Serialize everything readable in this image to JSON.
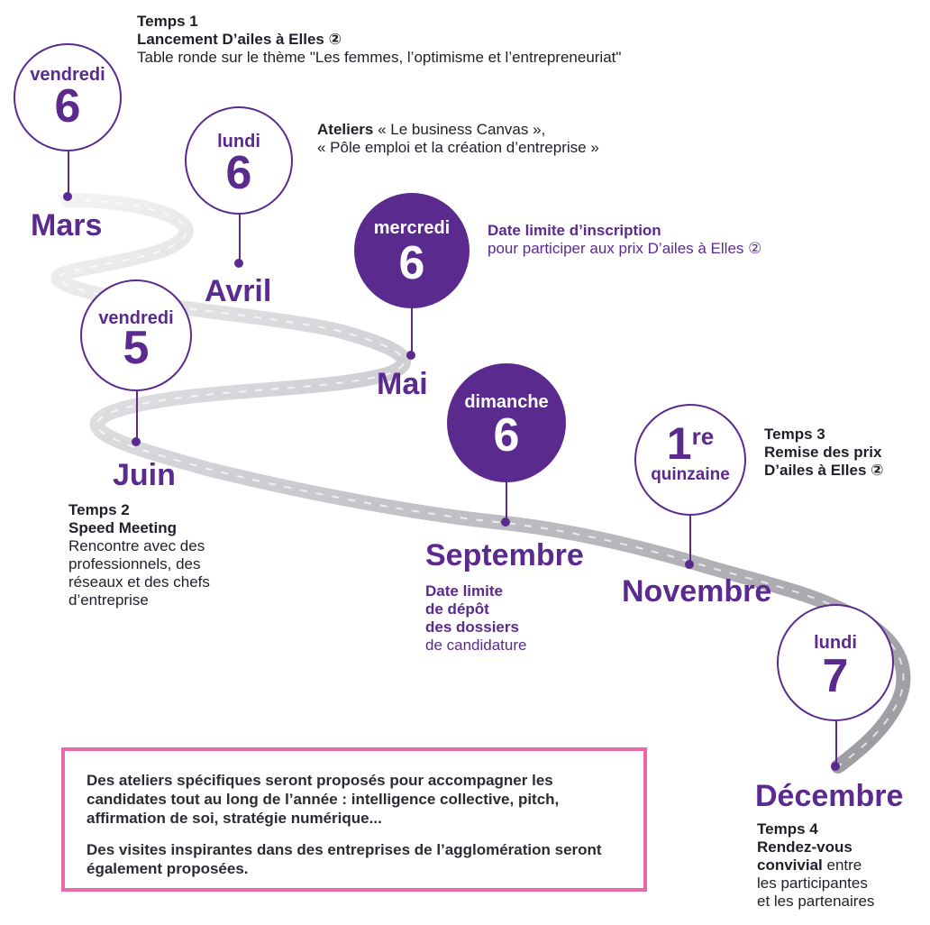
{
  "markers": [
    {
      "id": "mars",
      "day": "vendredi",
      "num": "6",
      "month": "Mars"
    },
    {
      "id": "avril",
      "day": "lundi",
      "num": "6",
      "month": "Avril"
    },
    {
      "id": "mai",
      "day": "mercredi",
      "num": "6",
      "month": "Mai"
    },
    {
      "id": "juin",
      "day": "vendredi",
      "num": "5",
      "month": "Juin"
    },
    {
      "id": "septembre",
      "day": "dimanche",
      "num": "6",
      "month": "Septembre"
    },
    {
      "id": "novembre",
      "num": "1",
      "sup": "re",
      "sub": "quinzaine",
      "month": "Novembre"
    },
    {
      "id": "decembre",
      "day": "lundi",
      "num": "7",
      "month": "Décembre"
    }
  ],
  "events": {
    "temps1": {
      "title": "Temps 1",
      "subtitle": "Lancement D’ailes à Elles ②",
      "desc": "Table ronde sur le thème \"Les femmes, l’optimisme et l’entrepreneuriat\""
    },
    "ateliers": {
      "bold": "Ateliers",
      "line1": " « Le business Canvas »,",
      "line2": "« Pôle emploi et la création d’entreprise »"
    },
    "inscription": {
      "title": "Date limite d’inscription",
      "desc": "pour participer aux prix  D’ailes à Elles ②"
    },
    "temps2": {
      "title": "Temps 2",
      "subtitle": "Speed Meeting",
      "lines": [
        "Rencontre avec des",
        "professionnels, des",
        "réseaux et des chefs",
        "d’entreprise"
      ]
    },
    "depot": {
      "lines": [
        "Date limite",
        "de dépôt",
        "des dossiers"
      ],
      "desc": "de candidature"
    },
    "temps3": {
      "lines": [
        "Temps 3",
        "Remise des prix",
        "D’ailes à Elles ②"
      ]
    },
    "temps4": {
      "title": "Temps 4",
      "bold_lines": [
        "Rendez-vous",
        "convivial"
      ],
      "tail": " entre",
      "lines": [
        "les participantes",
        "et les partenaires"
      ]
    }
  },
  "info": {
    "p1": "Des ateliers spécifiques seront proposés pour accompagner les candidates tout au long de l’année : intelligence collective, pitch, affirmation de soi, stratégie numérique...",
    "p2": "Des visites inspirantes dans des entreprises de l’agglomération seront également proposées."
  },
  "colors": {
    "purple": "#5b2a8e",
    "pink": "#e868a8",
    "road": "#c8c8cc"
  }
}
